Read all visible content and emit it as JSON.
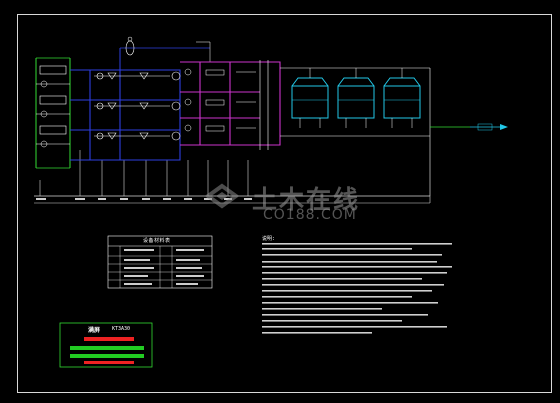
{
  "drawing": {
    "legend_title": "设备材料表",
    "notes_title": "说明:",
    "gauge_title": "满屏",
    "gauge_subtitle": "KT3A30"
  },
  "watermark": {
    "main_text": "土木在线",
    "sub_text": "CO188.COM"
  },
  "colors": {
    "background": "#000000",
    "frame": "#d8d8d8",
    "pipe_blue": "#2e3fe0",
    "pipe_magenta": "#cc33cc",
    "pipe_green": "#33dd33",
    "tower_cyan": "#22c8e8",
    "bar_red": "#ee2222",
    "bar_green": "#22cc22"
  }
}
